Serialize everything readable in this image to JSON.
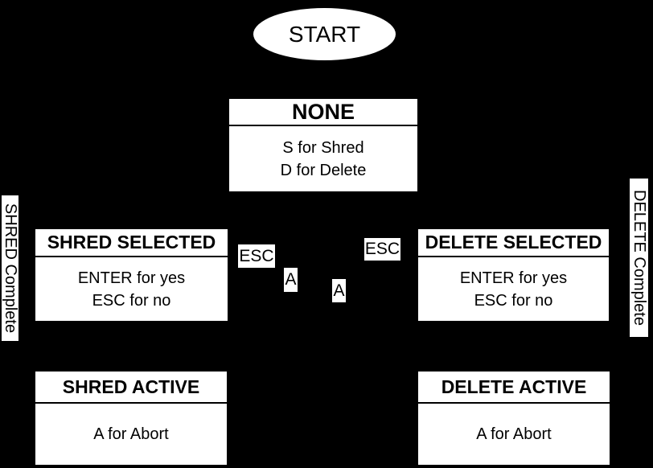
{
  "diagram": {
    "type": "state-machine",
    "colors": {
      "background": "#000000",
      "node_fill": "#ffffff",
      "text": "#000000"
    },
    "start": {
      "label": "START"
    },
    "states": [
      {
        "id": "none",
        "title": "NONE",
        "body": [
          "S for Shred",
          "D for Delete"
        ]
      },
      {
        "id": "shred-selected",
        "title": "SHRED SELECTED",
        "body": [
          "ENTER for yes",
          "ESC for no"
        ]
      },
      {
        "id": "delete-selected",
        "title": "DELETE SELECTED",
        "body": [
          "ENTER for yes",
          "ESC for no"
        ]
      },
      {
        "id": "shred-active",
        "title": "SHRED ACTIVE",
        "body": [
          "A for Abort"
        ]
      },
      {
        "id": "delete-active",
        "title": "DELETE ACTIVE",
        "body": [
          "A for Abort"
        ]
      }
    ],
    "edge_labels": [
      {
        "id": "esc-left",
        "text": "ESC"
      },
      {
        "id": "esc-right",
        "text": "ESC"
      },
      {
        "id": "a-left",
        "text": "A"
      },
      {
        "id": "a-right",
        "text": "A"
      }
    ],
    "side_labels": {
      "left": "SHRED Complete",
      "right": "DELETE Complete"
    }
  }
}
